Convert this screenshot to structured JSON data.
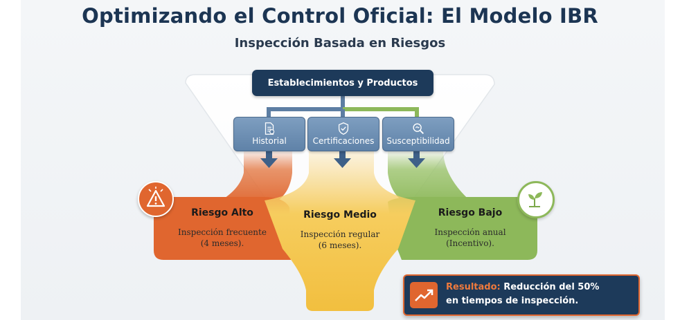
{
  "title": "Optimizando el Control Oficial: El Modelo IBR",
  "subtitle": "Inspección Basada en Riesgos",
  "top_box": "Establecimientos y Productos",
  "factors": [
    {
      "label": "Historial",
      "icon": "document-icon"
    },
    {
      "label": "Certificaciones",
      "icon": "shield-check-icon"
    },
    {
      "label": "Susceptibilidad",
      "icon": "magnifier-icon"
    }
  ],
  "levels": [
    {
      "title": "Riesgo Alto",
      "desc_line1": "Inspección frecuente",
      "desc_line2": "(4 meses).",
      "color": "#e0662f",
      "icon": "warning-icon"
    },
    {
      "title": "Riesgo Medio",
      "desc_line1": "Inspección regular",
      "desc_line2": "(6 meses).",
      "color": "#f5c84c"
    },
    {
      "title": "Riesgo Bajo",
      "desc_line1": "Inspección anual",
      "desc_line2": "(Incentivo).",
      "color": "#8db85a",
      "icon": "seedling-icon"
    }
  ],
  "result": {
    "label": "Resultado:",
    "text_line1": "Reducción del 50%",
    "text_line2": "en tiempos de inspección.",
    "icon": "trending-up-icon"
  },
  "colors": {
    "navy": "#1d3a5a",
    "orange": "#e0662f",
    "yellow": "#f5c84c",
    "green": "#8db85a",
    "blue": "#6a8db3"
  }
}
